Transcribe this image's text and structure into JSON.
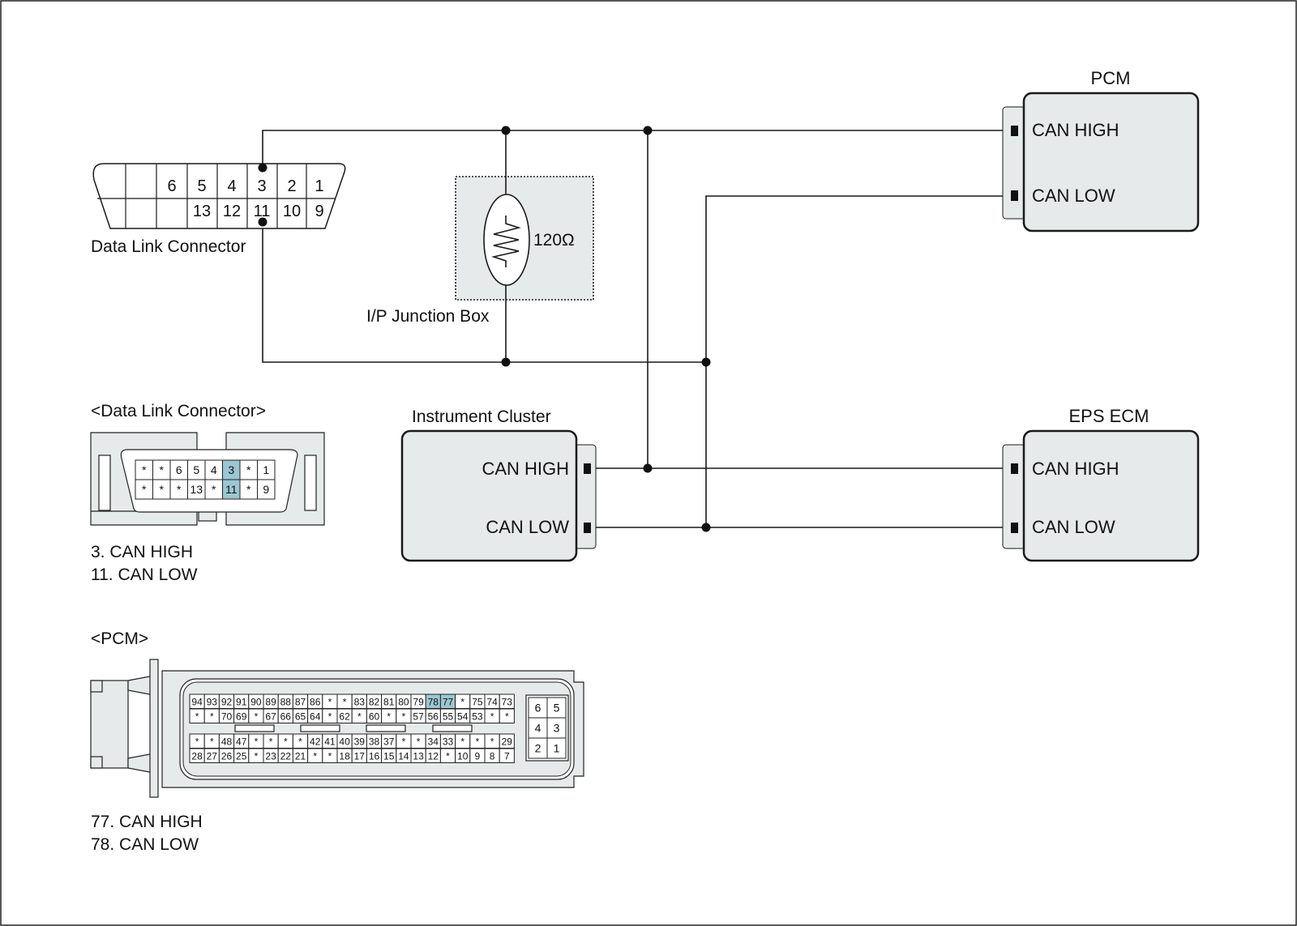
{
  "modules": {
    "pcm": {
      "title": "PCM",
      "high": "CAN HIGH",
      "low": "CAN LOW"
    },
    "eps": {
      "title": "EPS ECM",
      "high": "CAN HIGH",
      "low": "CAN LOW"
    },
    "cluster": {
      "title": "Instrument Cluster",
      "high": "CAN HIGH",
      "low": "CAN LOW"
    }
  },
  "junction": {
    "label": "I/P Junction Box",
    "resistor": "120Ω"
  },
  "dlc": {
    "label": "Data Link Connector",
    "top_pins": [
      "6",
      "5",
      "4",
      "3",
      "2",
      "1"
    ],
    "bottom_pins": [
      "13",
      "12",
      "11",
      "10",
      "9"
    ]
  },
  "dlc_view": {
    "title": "<Data Link Connector>",
    "top": [
      "*",
      "*",
      "6",
      "5",
      "4",
      "3",
      "*",
      "1"
    ],
    "bottom": [
      "*",
      "*",
      "*",
      "13",
      "*",
      "11",
      "*",
      "9"
    ],
    "highlight": [
      "3",
      "11"
    ],
    "legend": [
      "3. CAN HIGH",
      "11. CAN LOW"
    ]
  },
  "pcm_view": {
    "title": "<PCM>",
    "rows": [
      [
        "94",
        "93",
        "92",
        "91",
        "90",
        "89",
        "88",
        "87",
        "86",
        "*",
        "*",
        "83",
        "82",
        "81",
        "80",
        "79",
        "78",
        "77",
        "*",
        "75",
        "74",
        "73"
      ],
      [
        "*",
        "*",
        "70",
        "69",
        "*",
        "67",
        "66",
        "65",
        "64",
        "*",
        "62",
        "*",
        "60",
        "*",
        "*",
        "57",
        "56",
        "55",
        "54",
        "53",
        "*",
        "*"
      ],
      [
        "*",
        "*",
        "48",
        "47",
        "*",
        "*",
        "*",
        "*",
        "42",
        "41",
        "40",
        "39",
        "38",
        "37",
        "*",
        "*",
        "34",
        "33",
        "*",
        "*",
        "*",
        "29"
      ],
      [
        "28",
        "27",
        "26",
        "25",
        "*",
        "23",
        "22",
        "21",
        "*",
        "*",
        "18",
        "17",
        "16",
        "15",
        "14",
        "13",
        "12",
        "*",
        "10",
        "9",
        "8",
        "7"
      ]
    ],
    "side": [
      [
        "6",
        "5"
      ],
      [
        "4",
        "3"
      ],
      [
        "2",
        "1"
      ]
    ],
    "highlight": [
      "77",
      "78"
    ],
    "legend": [
      "77. CAN HIGH",
      "78. CAN LOW"
    ]
  },
  "colors": {
    "module_fill": "#e7eaea",
    "pin_highlight": "#9cc6d3",
    "wire": "#1a1a1a"
  }
}
